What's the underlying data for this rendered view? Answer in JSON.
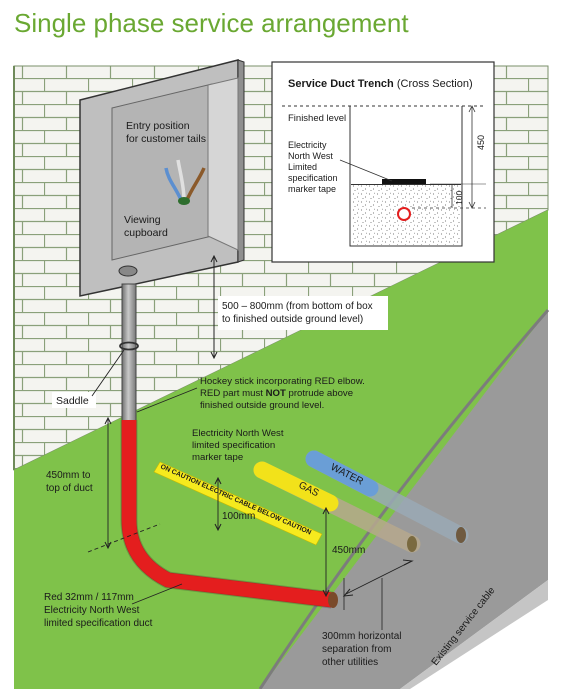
{
  "title": "Single phase service arrangement",
  "inset": {
    "title_bold": "Service Duct Trench",
    "title_rest": " (Cross Section)",
    "finished_level": "Finished level",
    "tape_label": [
      "Electricity",
      "North West",
      "Limited",
      "specification",
      "marker tape"
    ],
    "dim_450": "450",
    "dim_100": "100"
  },
  "box": {
    "entry_label": [
      "Entry position",
      "for customer tails"
    ],
    "viewing_label": [
      "Viewing",
      "cupboard"
    ]
  },
  "callouts": {
    "height_box": [
      "500 – 800mm (from bottom of box",
      "to finished outside ground level)"
    ],
    "saddle": "Saddle",
    "hockey_line1": "Hockey stick incorporating RED elbow.",
    "hockey_line2a": "RED part must ",
    "hockey_line2b": "NOT",
    "hockey_line2c": " protrude above",
    "hockey_line3": "finished outside ground level.",
    "tape_label": [
      "Electricity North West",
      "limited specification",
      "marker tape"
    ],
    "tape_text": "ON  CAUTION ELECTRIC CABLE BELOW CAUTION",
    "water": "WATER",
    "gas": "GAS",
    "dim_100mm": "100mm",
    "dim_450mm": "450mm",
    "duct_depth": [
      "450mm to",
      "top of duct"
    ],
    "duct_spec": [
      "Red 32mm / 117mm",
      "Electricity North West",
      "limited specification duct"
    ],
    "separation": [
      "300mm horizontal",
      "separation from",
      "other utilities"
    ],
    "existing_cable": "Existing service cable"
  },
  "colors": {
    "title_green": "#6aa832",
    "lawn": "#7fc24a",
    "wall_bg": "#f4f4f0",
    "brick_line": "#8aa07a",
    "pavement": "#9a9a9a",
    "duct_red": "#e41e1e",
    "water_blue": "#6a9ed6",
    "gas_yellow": "#f2e21a",
    "tape_yellow": "#f6ea1e"
  }
}
